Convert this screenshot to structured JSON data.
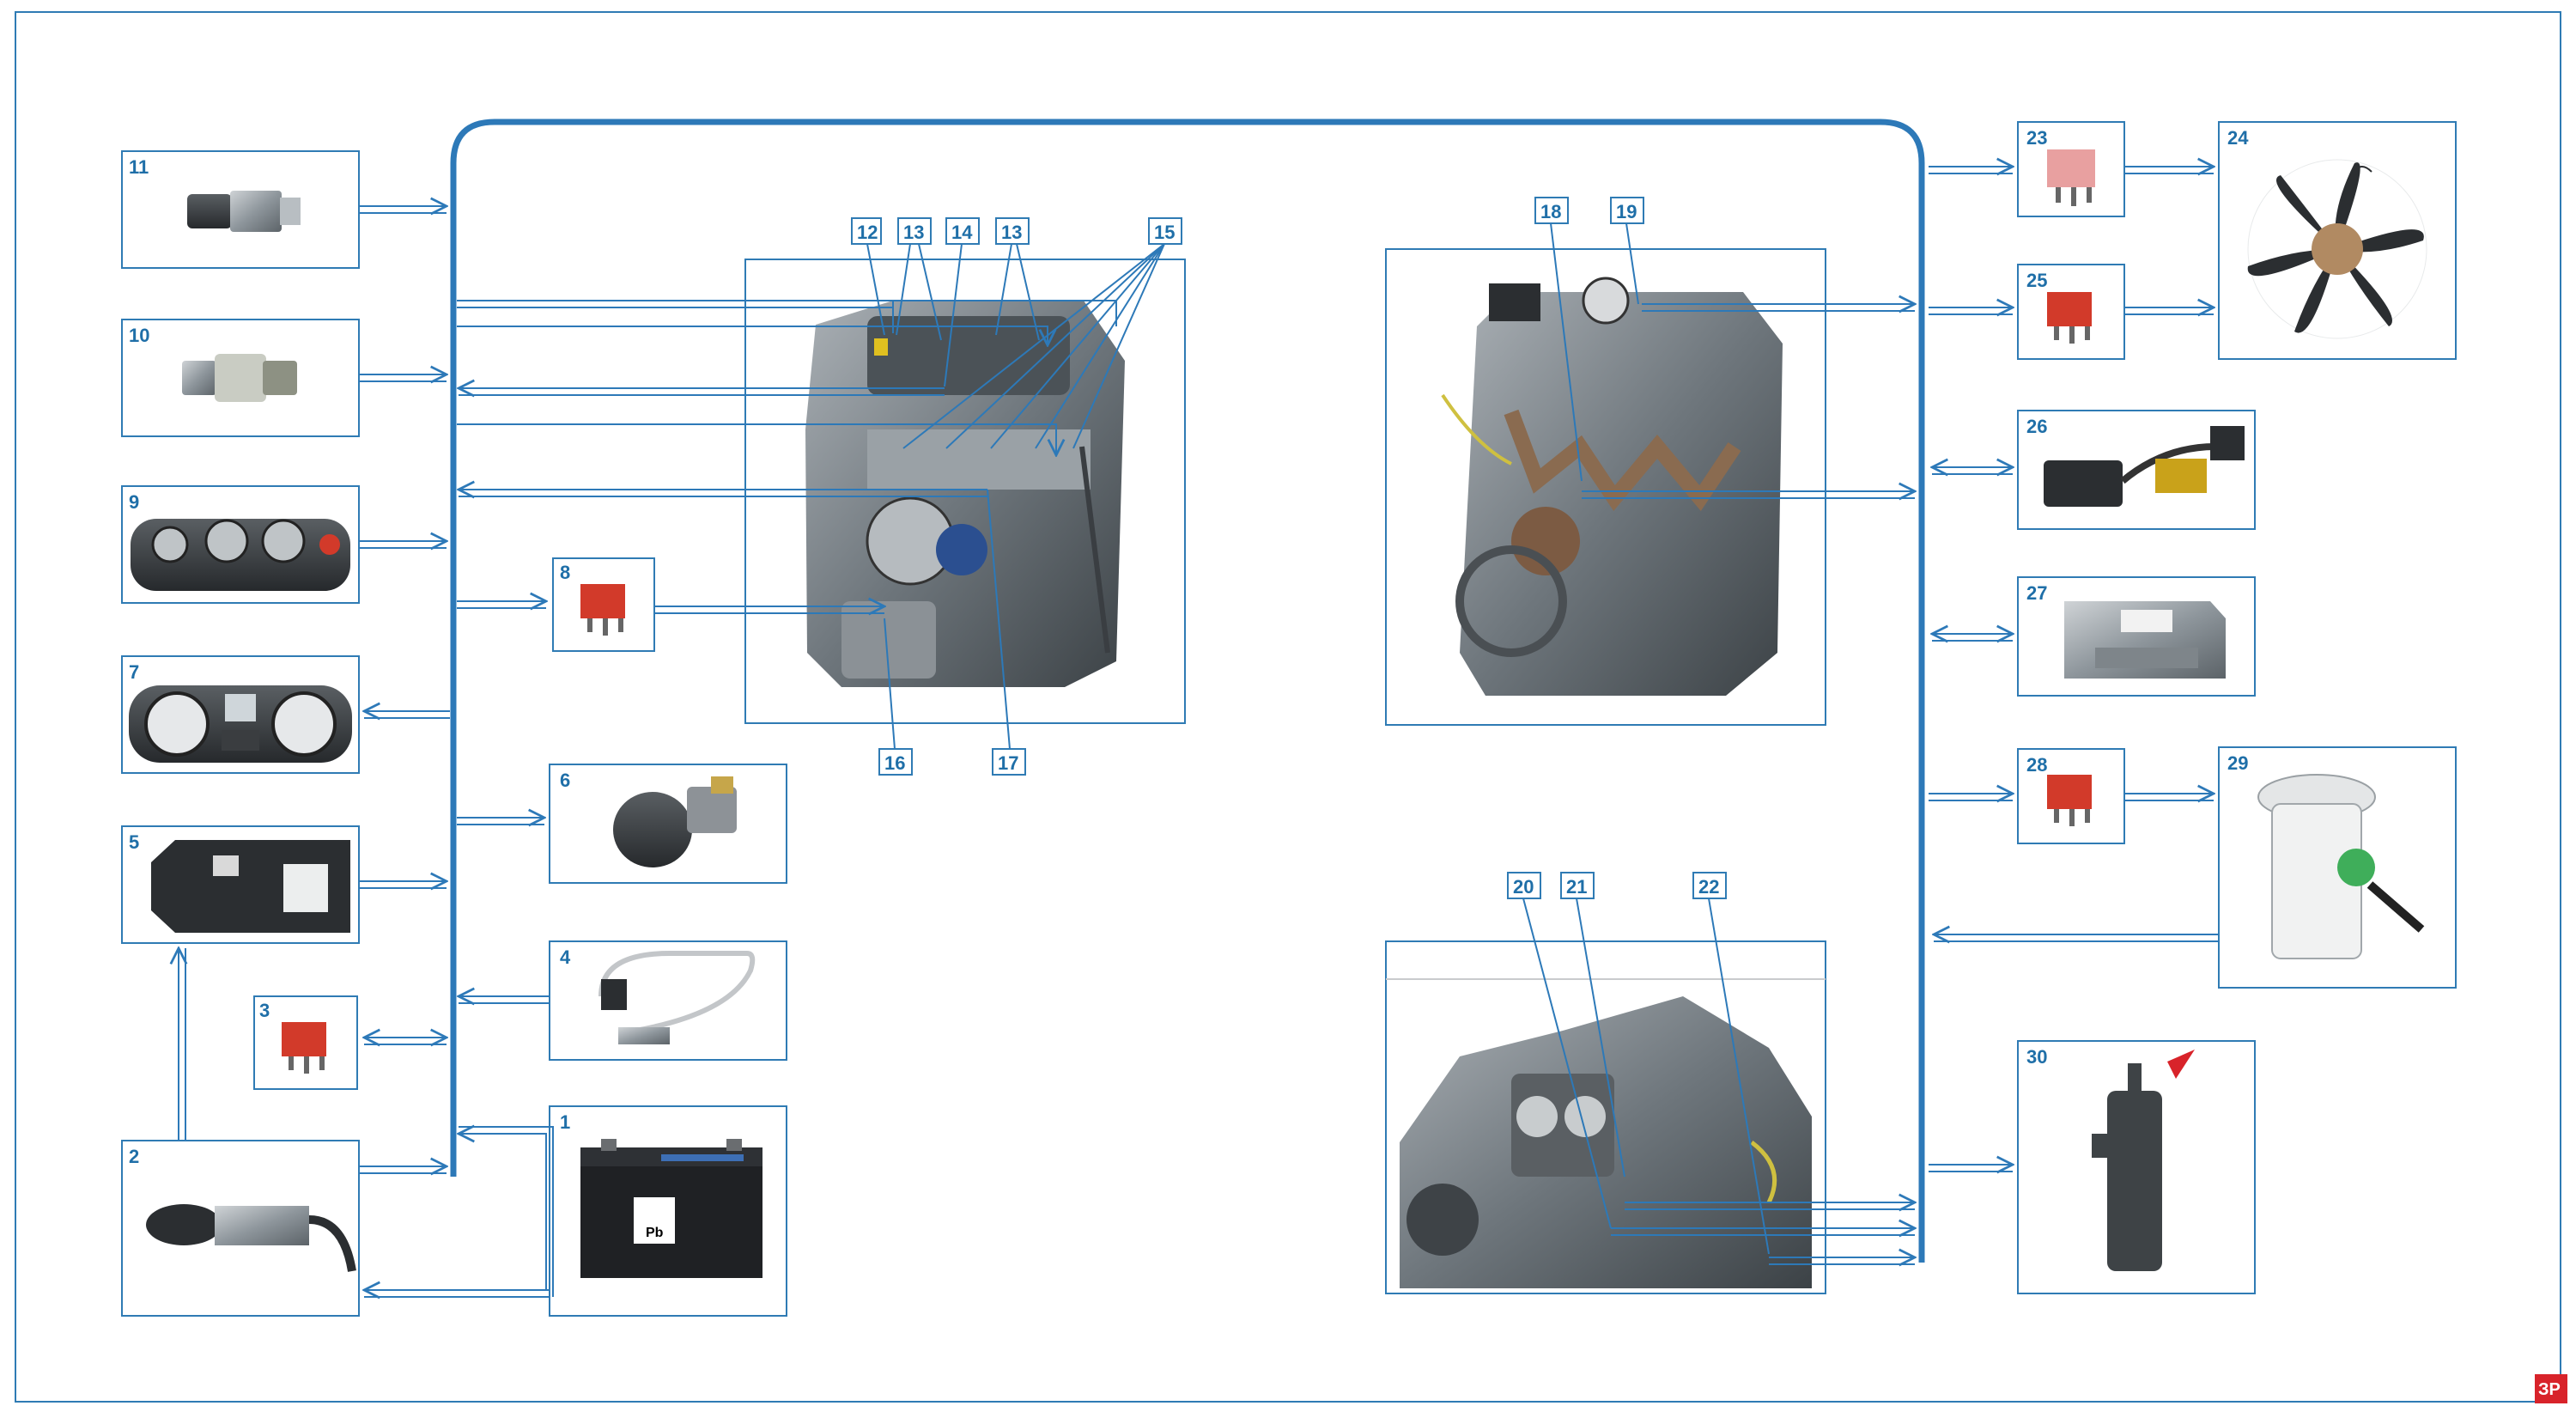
{
  "colors": {
    "frame": "#1f6fa8",
    "bus": "#2d79b8",
    "box_border": "#2f7bb4",
    "relay_red": "#d23a2a",
    "relay_pink": "#e8a0a0",
    "arrow_fill": "#ffffff",
    "logo_bg": "#d8232a"
  },
  "components": [
    {
      "number": "1",
      "name": "battery",
      "label": "Pb"
    },
    {
      "number": "2",
      "name": "ignition-switch"
    },
    {
      "number": "3",
      "name": "relay"
    },
    {
      "number": "4",
      "name": "oxygen-sensor"
    },
    {
      "number": "5",
      "name": "immobilizer-unit"
    },
    {
      "number": "6",
      "name": "idle-air-control"
    },
    {
      "number": "7",
      "name": "instrument-cluster"
    },
    {
      "number": "8",
      "name": "relay"
    },
    {
      "number": "9",
      "name": "climate-control-panel"
    },
    {
      "number": "10",
      "name": "pressure-sensor"
    },
    {
      "number": "11",
      "name": "pressure-switch"
    },
    {
      "number": "23",
      "name": "relay"
    },
    {
      "number": "24",
      "name": "cooling-fan"
    },
    {
      "number": "25",
      "name": "relay"
    },
    {
      "number": "26",
      "name": "diagnostic-connector"
    },
    {
      "number": "27",
      "name": "engine-control-unit"
    },
    {
      "number": "28",
      "name": "relay"
    },
    {
      "number": "29",
      "name": "fuel-pump-module"
    },
    {
      "number": "30",
      "name": "canister"
    }
  ],
  "callouts": {
    "engine_a_top": [
      "12",
      "13",
      "14",
      "13",
      "15"
    ],
    "engine_a_bottom": [
      "16",
      "17"
    ],
    "engine_b_top": [
      "18",
      "19"
    ],
    "engine_c_top": [
      "20",
      "21",
      "22"
    ]
  },
  "logo": "ЗР"
}
